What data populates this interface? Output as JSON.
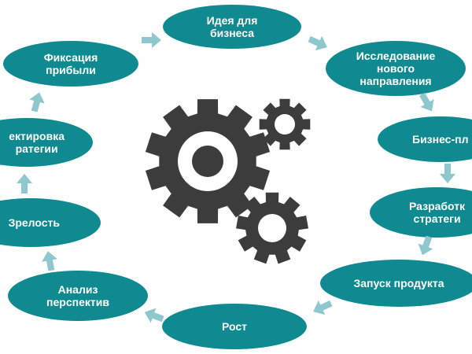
{
  "colors": {
    "node_fill": "#0e8a90",
    "node_text": "#ffffff",
    "arrow": "#8fc7cf",
    "gear": "#3c3c3c",
    "background": "#ffffff"
  },
  "steps": [
    {
      "id": "idea",
      "lines": [
        "Идея для",
        "бизнеса"
      ]
    },
    {
      "id": "research",
      "lines": [
        "Исследование",
        "нового",
        "направления"
      ]
    },
    {
      "id": "business-plan",
      "lines": [
        "Бизнес-пл"
      ]
    },
    {
      "id": "strategy-dev",
      "lines": [
        "Разработк",
        "стратеги"
      ]
    },
    {
      "id": "product-launch",
      "lines": [
        "Запуск продукта"
      ]
    },
    {
      "id": "growth",
      "lines": [
        "Рост"
      ]
    },
    {
      "id": "prospect-analysis",
      "lines": [
        "Анализ",
        "перспектив"
      ]
    },
    {
      "id": "maturity",
      "lines": [
        "Зрелость"
      ]
    },
    {
      "id": "strategy-correction",
      "lines": [
        "ектировка",
        "ратегии"
      ]
    },
    {
      "id": "profit-fixation",
      "lines": [
        "Фиксация",
        "прибыли"
      ]
    }
  ],
  "center_graphic": {
    "icon": "gears-icon",
    "gear_count": 3
  }
}
